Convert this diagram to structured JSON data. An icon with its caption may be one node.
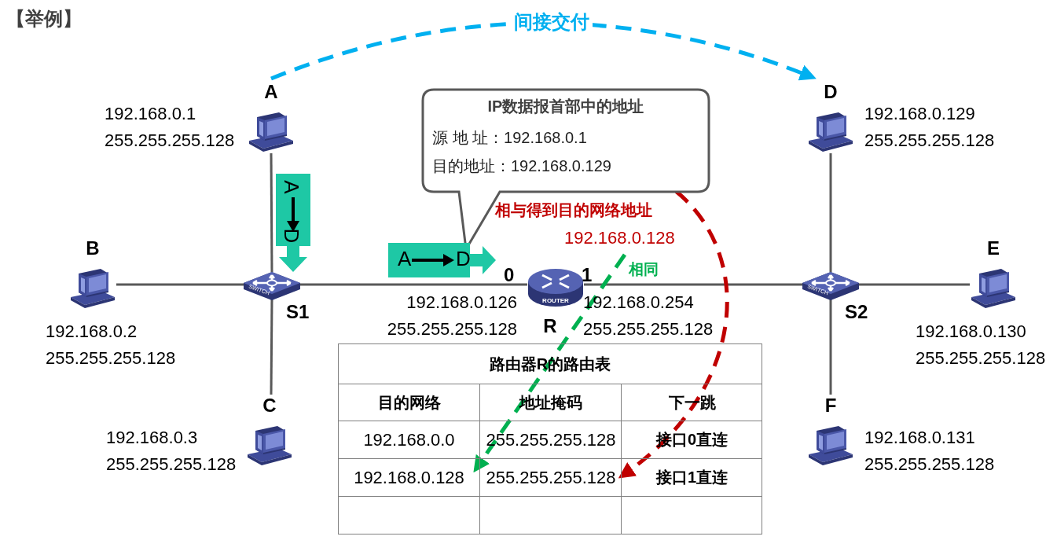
{
  "diagram": {
    "title": "【举例】",
    "nodes": [
      {
        "text": [
          "A"
        ],
        "beside": [
          "192.168.0.1 255.255.255.128"
        ]
      },
      {
        "text": [
          "B"
        ],
        "beside": [
          "192.168.0.2 255.255.255.128"
        ]
      },
      {
        "text": [
          "C"
        ],
        "beside": [
          "192.168.0.3 255.255.255.128"
        ]
      },
      {
        "text": [
          "D"
        ],
        "beside": [
          "192.168.0.129 255.255.255.128"
        ]
      },
      {
        "text": [
          "E"
        ],
        "beside": [
          "192.168.0.130 255.255.255.128"
        ]
      },
      {
        "text": [
          "F"
        ],
        "beside": [
          "192.168.0.131 255.255.255.128"
        ]
      },
      {
        "text": [
          "SWITCH",
          "S1"
        ]
      },
      {
        "text": [
          "SWITCH",
          "S2"
        ]
      },
      {
        "text": [
          "ROUTER",
          "R"
        ],
        "beside": [
          "0",
          "1",
          "192.168.0.126 255.255.255.128",
          "192.168.0.254 255.255.255.128"
        ]
      },
      {
        "text": [
          "IP数据报首部中的地址",
          "源 地 址：192.168.0.1",
          "目的地址：192.168.0.129"
        ]
      },
      {
        "text": [
          "A",
          "D"
        ]
      },
      {
        "text": [
          "A",
          "D"
        ]
      },
      {
        "text": [
          "相与得到目的网络地址",
          "192.168.0.128"
        ]
      },
      {
        "text": [
          "路由器R的路由表"
        ]
      },
      {
        "text": [
          "192.168.0.128"
        ],
        "in": 13
      },
      {
        "text": [
          "255.255.255.128"
        ],
        "in": 13
      }
    ],
    "edges": [
      {
        "from": 0,
        "to": 6,
        "arrow": "none"
      },
      {
        "from": 1,
        "to": 6,
        "arrow": "none"
      },
      {
        "from": 2,
        "to": 6,
        "arrow": "none"
      },
      {
        "from": 3,
        "to": 7,
        "arrow": "none"
      },
      {
        "from": 4,
        "to": 7,
        "arrow": "none"
      },
      {
        "from": 5,
        "to": 7,
        "arrow": "none"
      },
      {
        "from": 6,
        "to": 8,
        "arrow": "none"
      },
      {
        "from": 8,
        "to": 7,
        "arrow": "none"
      },
      {
        "from": 0,
        "to": 3,
        "arrow": "to",
        "label": "间接交付",
        "style": "dashed",
        "color": "#00b0f0"
      },
      {
        "from": 9,
        "to": 15,
        "arrow": "to",
        "style": "dashed",
        "color": "#c00000"
      },
      {
        "from": 12,
        "to": 14,
        "arrow": "to",
        "label": "相同",
        "style": "dashed",
        "color": "#00b050"
      }
    ],
    "labels": [
      "目的网络",
      "地址掩码",
      "下一跳",
      "192.168.0.0",
      "255.255.255.128",
      "接口0直连",
      "接口1直连"
    ]
  }
}
